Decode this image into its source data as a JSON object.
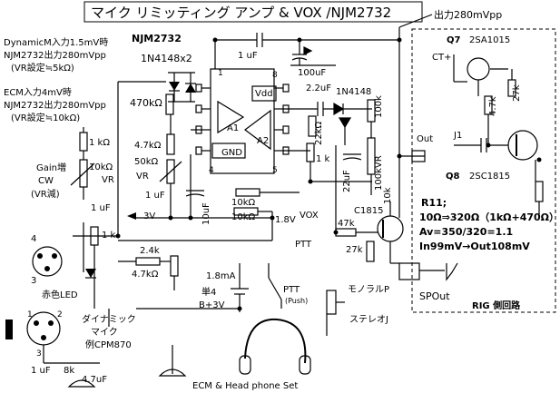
{
  "title": "マイク リミッティング アンプ & VOX /NJM2732",
  "labels": {
    "out_level": "出力280mVpp",
    "dyn_input": "DynamicM入力1.5mV時",
    "dyn_output": "NJM2732出力280mVpp",
    "dyn_vr": "(VR設定≒5kΩ)",
    "ecm_input": "ECM入力4mV時",
    "ecm_output": "NJM2732出力280mVpp",
    "ecm_vr": "(VR設定≒10kΩ)",
    "ic_name": "NJM2732",
    "diode_pair": "1N4148x2",
    "cap_1uf_top": "1 uF",
    "cap_100uf": "100uF",
    "r_470k": "470kΩ",
    "pin8": "8",
    "pin1": "1",
    "pin4": "4",
    "pin5": "5",
    "vdd": "Vdd",
    "a1": "A1",
    "a2": "A2",
    "gnd": "GND",
    "cap_2_2uf": "2.2uF",
    "diode_1n4148": "1N4148",
    "r_22k": "22kΩ",
    "r_1k_right": "1 k",
    "r_100k": "100k",
    "vr_100k": "100kVR",
    "cap_22uf": "22uF",
    "r_1k_left": "1 kΩ",
    "r_4_7k": "4.7kΩ",
    "vr_50k": "50kΩ",
    "vr_50k_label": "VR",
    "r_10k_vr": "10kΩ",
    "vr_label": "VR",
    "gain_up": "Gain増",
    "cw": "CW",
    "vr_down": "(VR減)",
    "cap_1uf_mid": "1 uF",
    "cap_1uf_left": "1 uF",
    "cap_10uf": "10uF",
    "r_10k_a": "10kΩ",
    "r_10k_b": "10kΩ",
    "v3": "3V",
    "v1_8": "1.8V",
    "vox": "VOX",
    "ptt_out": "PTT",
    "r_47k": "47k",
    "r_27k_bot": "27k",
    "c1815_label": "C1815",
    "r_1k_bot": "1 k",
    "r_2_4k": "2.4k",
    "r_4_7k_b": "4.7kΩ",
    "i_1_8ma": "1.8mA",
    "batt_single": "単4",
    "batt_v": "B+3V",
    "led_label": "赤色LED",
    "pin_4": "4",
    "pin_3": "3",
    "ptt_sw": "PTT",
    "push": "(Push)",
    "mono_p": "モノラルP",
    "stereo_j": "ステレオJ",
    "sp_out": "SPOut",
    "out": "Out",
    "j1": "J1",
    "dynamic_mic": "ダイナミック",
    "mic": "マイク",
    "mic_ex": "例CPM870",
    "mic_pin1": "1",
    "mic_pin2": "2",
    "mic_pin3": "3",
    "cap_1uf_mic": "1 uF",
    "r_8k": "8k",
    "cap_4_7uf": "4.7uF",
    "ecm_headset": "ECM & Head phone Set",
    "q7": "Q7",
    "q7_part": "2SA1015",
    "q8": "Q8",
    "q8_part": "2SC1815",
    "ct_plus": "CT+",
    "r_27k_rig": "27k",
    "r_4_7k_rig": "4.7k",
    "r_10k_rig": "10k",
    "r11": "R11;",
    "r11_calc": "10Ω⇒320Ω（1kΩ+470Ω）",
    "av": "Av=350/320=1.1",
    "in_out": "In99mV→Out108mV",
    "rig_circuit": "RIG 側回路"
  }
}
